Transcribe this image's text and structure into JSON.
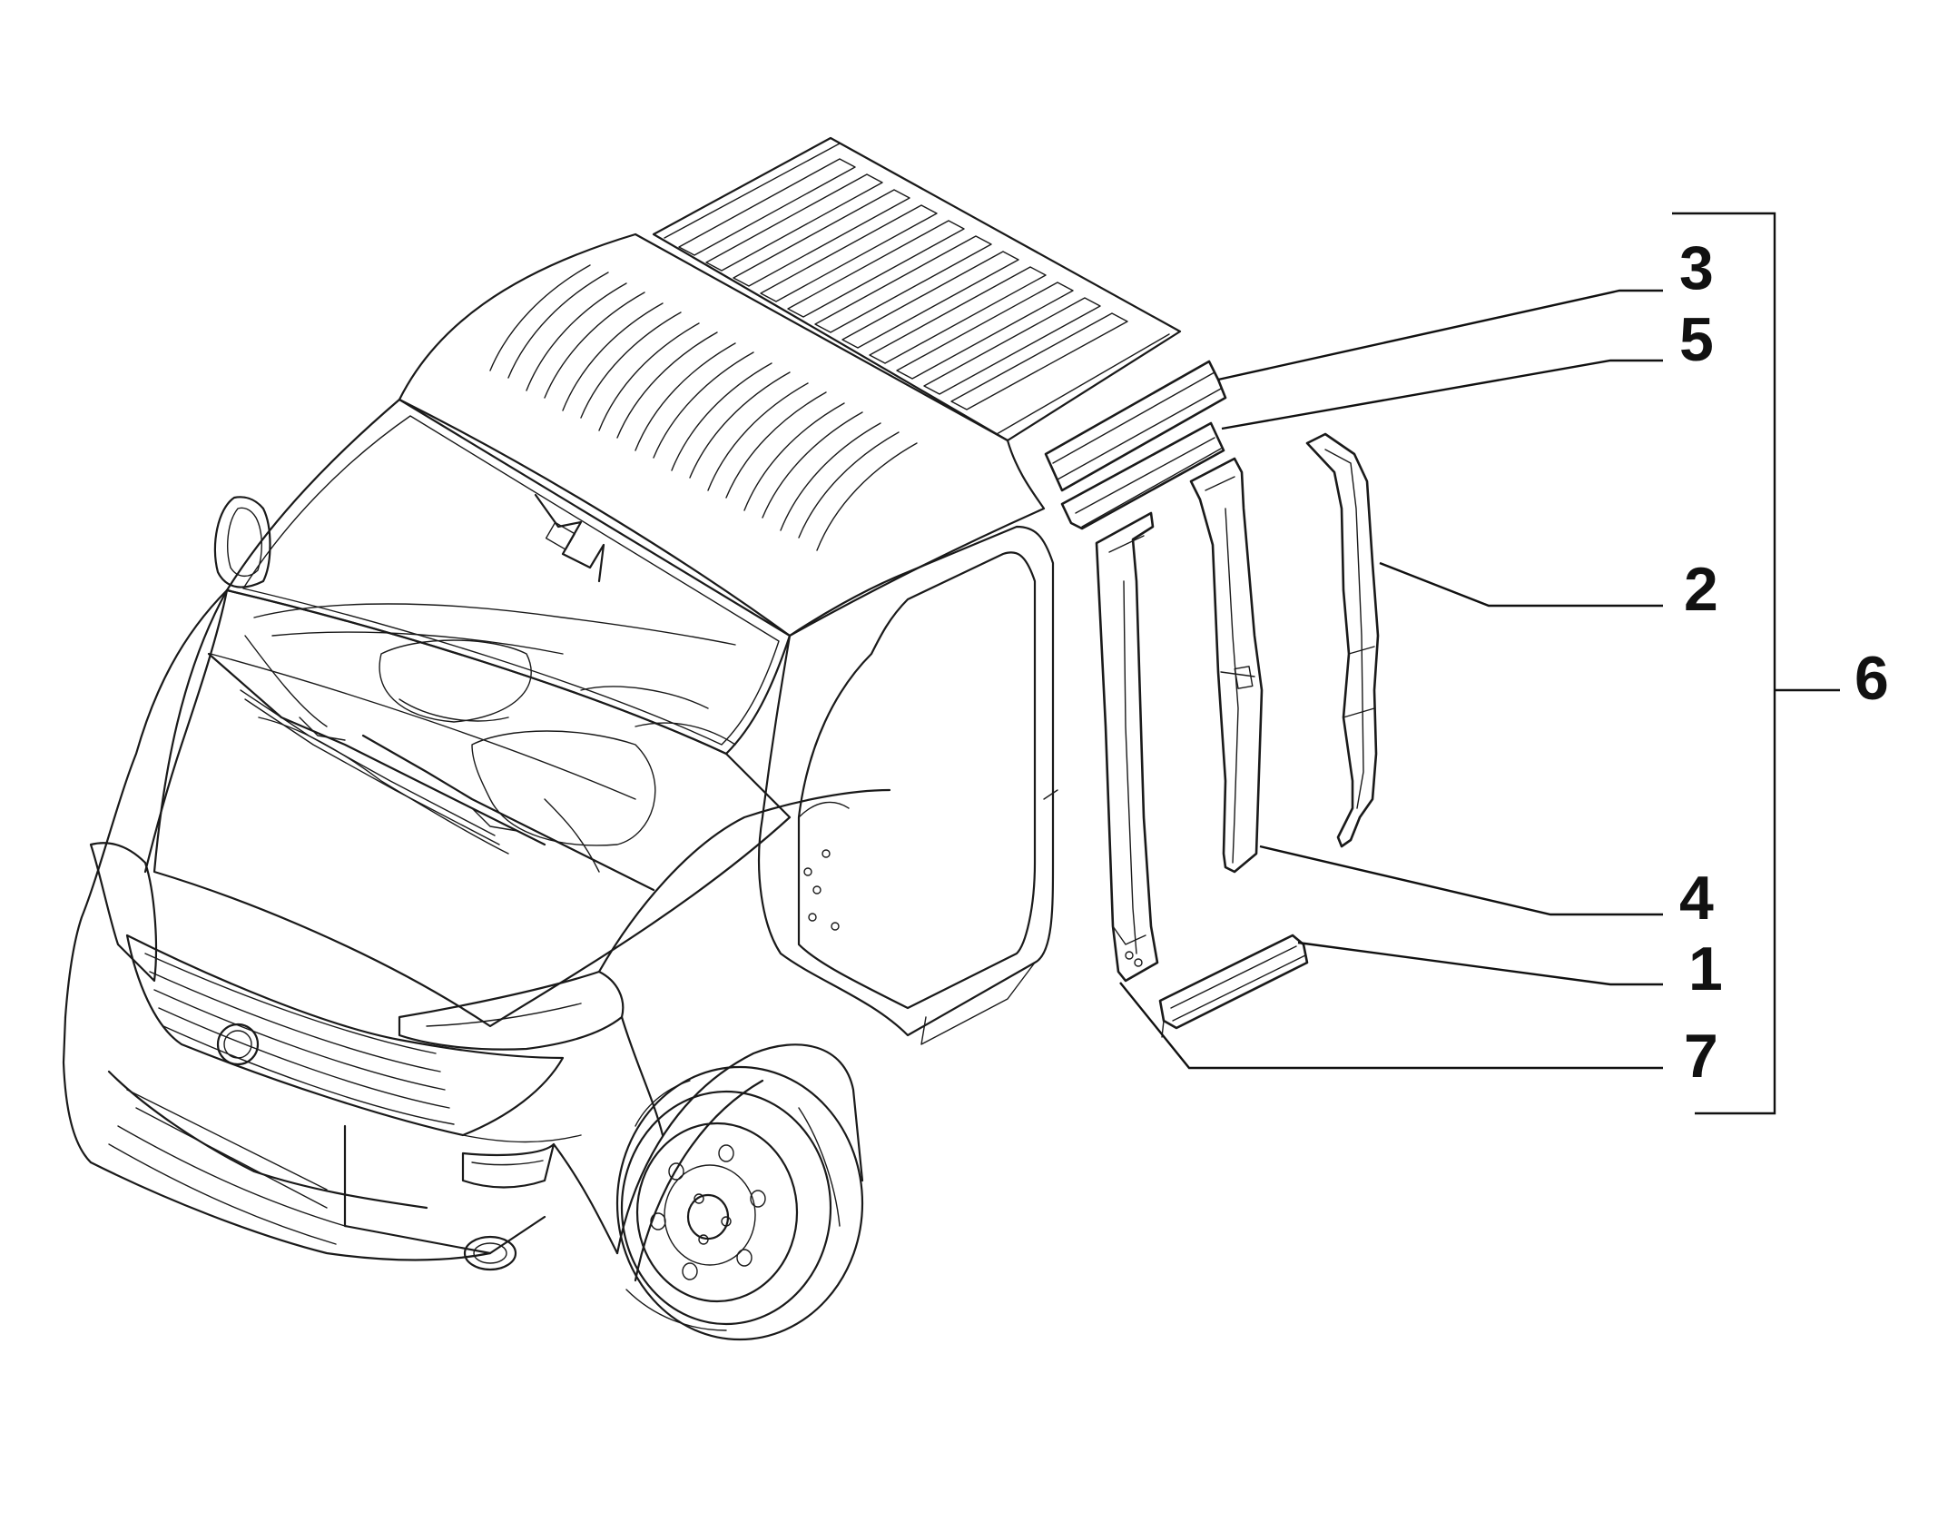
{
  "callouts": [
    {
      "id": "3",
      "label": "3"
    },
    {
      "id": "5",
      "label": "5"
    },
    {
      "id": "2",
      "label": "2"
    },
    {
      "id": "6",
      "label": "6"
    },
    {
      "id": "4",
      "label": "4"
    },
    {
      "id": "1",
      "label": "1"
    },
    {
      "id": "7",
      "label": "7"
    }
  ],
  "colors": {
    "line": "#1a1a1a",
    "background": "#ffffff"
  }
}
